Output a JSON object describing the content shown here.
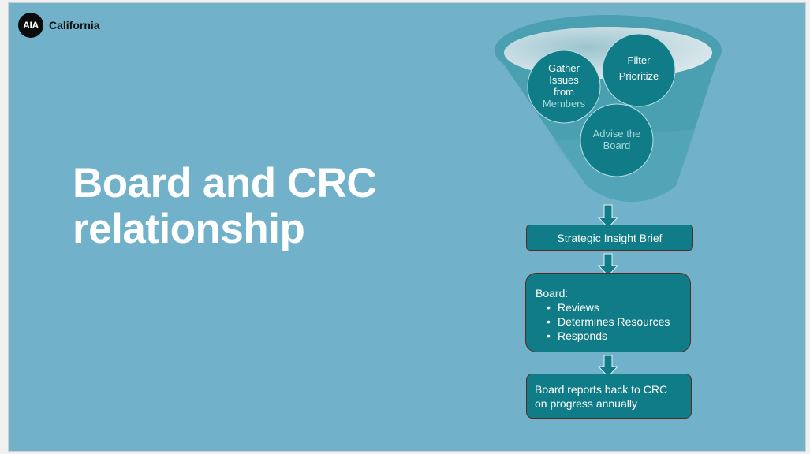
{
  "logo": {
    "mark": "AIA",
    "name": "California"
  },
  "slide": {
    "title": "Board and CRC relationship"
  },
  "funnel": {
    "circles": [
      {
        "lines": [
          "Gather",
          "Issues",
          "from"
        ],
        "muted_line": "Members"
      },
      {
        "lines": [
          "Filter",
          "Prioritize"
        ]
      },
      {
        "muted_lines": [
          "Advise the",
          "Board"
        ]
      }
    ]
  },
  "flow": {
    "brief": "Strategic Insight Brief",
    "board": {
      "heading": "Board:",
      "items": [
        "Reviews",
        "Determines Resources",
        "Responds"
      ]
    },
    "report": {
      "line1": "Board reports back to CRC",
      "line2": "on progress annually"
    }
  },
  "colors": {
    "background": "#72b1ca",
    "teal": "#0f7c87",
    "border": "#5a2a22",
    "funnel": "#4a9fb0"
  }
}
